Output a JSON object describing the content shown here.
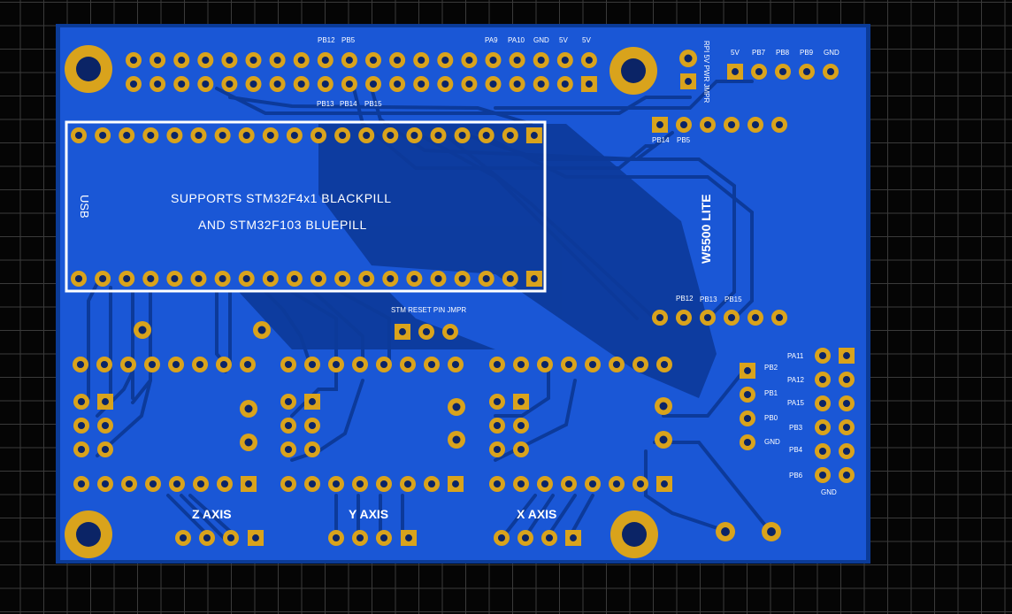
{
  "board": {
    "colors": {
      "substrate": "#0b3b97",
      "copper_pour": "#1a57d6",
      "trace": "#0c3a9a",
      "pad": "#d9a31c",
      "hole": "#0b2466",
      "silkscreen": "#ffffff"
    }
  },
  "labels": {
    "top_header": [
      "PB12",
      "PB5",
      "PA9",
      "PA10",
      "GND",
      "5V",
      "5V"
    ],
    "top_header_bottom": [
      "PB13",
      "PB14",
      "PB15"
    ],
    "rpi_jumper": "RPI 5V PWR JMPR",
    "right_top": [
      "5V",
      "PB7",
      "PB8",
      "PB9",
      "GND"
    ],
    "w5500_top": [
      "PB14",
      "PB5"
    ],
    "w5500_bottom": [
      "PB12",
      "PB13",
      "PB15"
    ],
    "w5500_title": "W5500 LITE",
    "usb": "USB",
    "support_line1": "SUPPORTS STM32F4x1 BLACKPILL",
    "support_line2": "AND STM32F103 BLUEPILL",
    "reset_jumper": "STM RESET PIN JMPR",
    "right_col_left": [
      "PB2",
      "PB1",
      "PB0",
      "GND"
    ],
    "right_col_right": [
      "PA11",
      "PA12",
      "PA15",
      "PB3",
      "PB4",
      "PB6"
    ],
    "right_col_bottom": "GND",
    "axes": [
      "Z AXIS",
      "Y AXIS",
      "X AXIS"
    ]
  }
}
